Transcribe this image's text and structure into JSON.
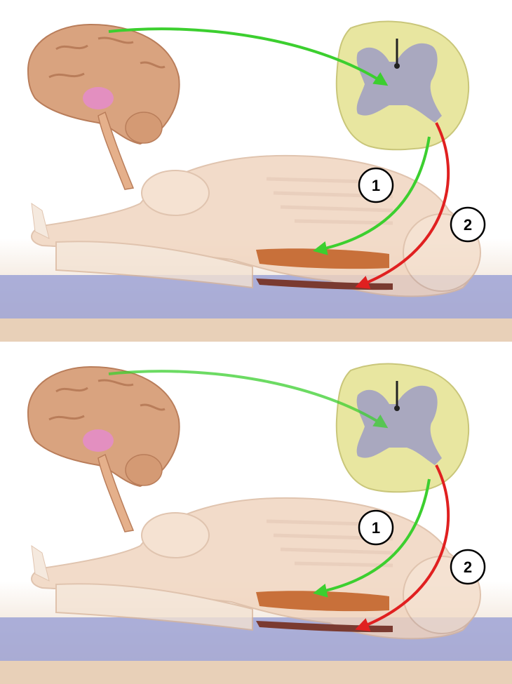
{
  "colors": {
    "background": "#ffffff",
    "brain": "#d9a37f",
    "brain_highlight": "#e38fc0",
    "spinal_cord_white_matter": "#e8e6a0",
    "spinal_cord_grey_matter": "#a9a8bf",
    "body_tone": "#f0d3bc",
    "muscle_front": "#c8703a",
    "muscle_back": "#7a3a30",
    "floor_wood": "#e6cdb6",
    "mat": "#9ea3d6",
    "motor_pathway": "#3ccf2f",
    "reflex_pathway": "#e02020",
    "label_ring": "#000000"
  },
  "panels": [
    {
      "id": "top",
      "labels": {
        "pathway_1": "1",
        "pathway_2": "2"
      }
    },
    {
      "id": "bottom",
      "labels": {
        "pathway_1": "1",
        "pathway_2": "2"
      }
    }
  ],
  "icons": [
    "brain-icon",
    "spinal-cord-cross-section-icon",
    "seated-forward-bend-figure-icon"
  ]
}
